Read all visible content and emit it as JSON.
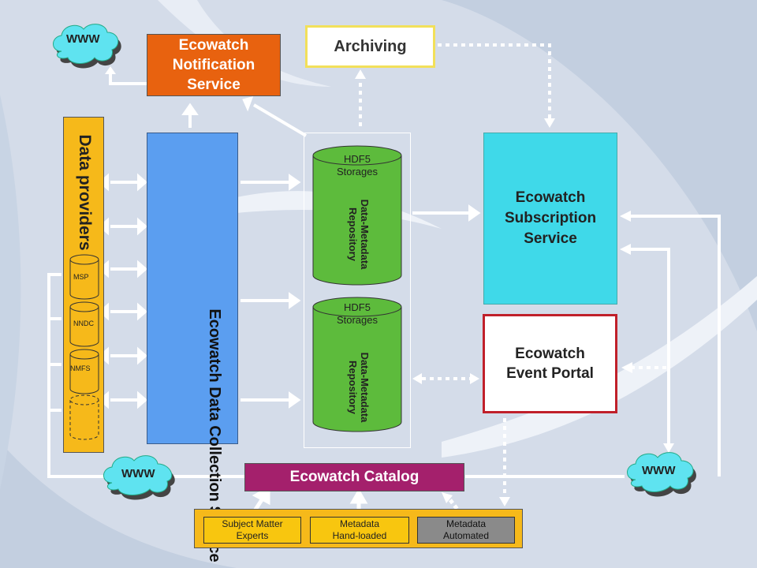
{
  "www_label": "WWW",
  "notification_service": {
    "line1": "Ecowatch",
    "line2": "Notification",
    "line3": "Service"
  },
  "archiving": {
    "label": "Archiving"
  },
  "subscription_service": {
    "line1": "Ecowatch",
    "line2": "Subscription",
    "line3": "Service"
  },
  "event_portal": {
    "line1": "Ecowatch",
    "line2": "Event Portal"
  },
  "catalog": {
    "label": "Ecowatch Catalog"
  },
  "data_providers": {
    "title": "Data providers",
    "sources": [
      "MSP",
      "NNDC",
      "NMFS"
    ]
  },
  "data_collection_service": {
    "title": "Ecowatch Data Collection Service"
  },
  "repositories": [
    {
      "storage_line1": "HDF5",
      "storage_line2": "Storages",
      "label_line1": "Data-Metadata",
      "label_line2": "Repository"
    },
    {
      "storage_line1": "HDF5",
      "storage_line2": "Storages",
      "label_line1": "Data-Metadata",
      "label_line2": "Repository"
    }
  ],
  "metadata_sources": {
    "sme": {
      "line1": "Subject Matter",
      "line2": "Experts"
    },
    "hand_loaded": {
      "line1": "Metadata",
      "line2": "Hand-loaded"
    },
    "automated": {
      "line1": "Metadata",
      "line2": "Automated"
    }
  },
  "colors": {
    "background": "#d4dce9",
    "notification": "#e8620f",
    "archiving_border": "#f2e05a",
    "subscription": "#3fd9e9",
    "event_portal_border": "#c0202a",
    "catalog": "#a4206c",
    "providers": "#f6b91a",
    "collection": "#5b9ef0",
    "repository": "#5dbb3c"
  }
}
